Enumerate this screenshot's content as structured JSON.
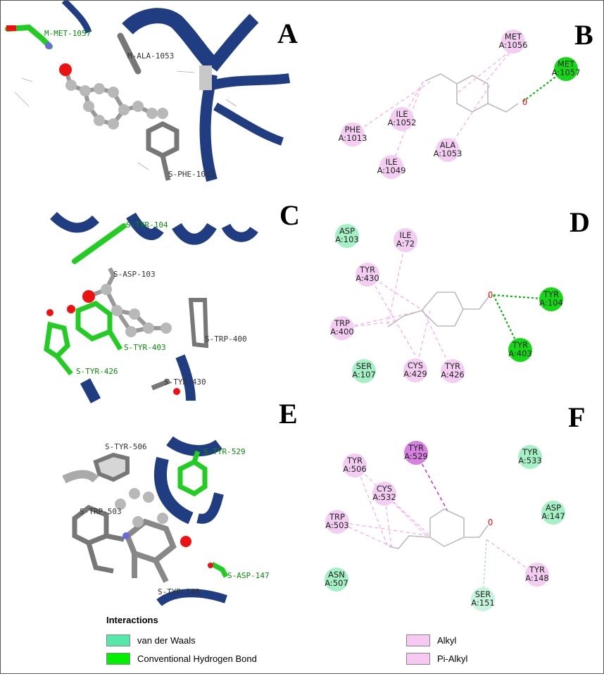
{
  "panels": {
    "A": {
      "letter": "A",
      "labels": {
        "met1057": "M-MET-1057",
        "ala1053": "M-ALA-1053",
        "phe1013": "S-PHE-1013"
      }
    },
    "B": {
      "letter": "B",
      "residues": [
        {
          "name": "MET",
          "id": "A:1056",
          "type": "alkyl"
        },
        {
          "name": "MET",
          "id": "A:1057",
          "type": "hbond"
        },
        {
          "name": "ILE",
          "id": "A:1052",
          "type": "alkyl"
        },
        {
          "name": "PHE",
          "id": "A:1013",
          "type": "alkyl"
        },
        {
          "name": "ALA",
          "id": "A:1053",
          "type": "alkyl"
        },
        {
          "name": "ILE",
          "id": "A:1049",
          "type": "alkyl"
        }
      ]
    },
    "C": {
      "letter": "C",
      "labels": {
        "tyr104": "S-TYR-104",
        "asp103": "S-ASP-103",
        "trp400": "S-TRP-400",
        "tyr403": "S-TYR-403",
        "tyr426": "S-TYR-426",
        "tyr430": "S-TYR-430"
      }
    },
    "D": {
      "letter": "D",
      "residues": [
        {
          "name": "ASP",
          "id": "A:103",
          "type": "vdw"
        },
        {
          "name": "ILE",
          "id": "A:72",
          "type": "alkyl"
        },
        {
          "name": "TYR",
          "id": "A:430",
          "type": "alkyl"
        },
        {
          "name": "TYR",
          "id": "A:104",
          "type": "hbond"
        },
        {
          "name": "TRP",
          "id": "A:400",
          "type": "alkyl"
        },
        {
          "name": "TYR",
          "id": "A:403",
          "type": "hbond"
        },
        {
          "name": "SER",
          "id": "A:107",
          "type": "vdw"
        },
        {
          "name": "CYS",
          "id": "A:429",
          "type": "alkyl"
        },
        {
          "name": "TYR",
          "id": "A:426",
          "type": "alkyl"
        }
      ]
    },
    "E": {
      "letter": "E",
      "labels": {
        "tyr506": "S-TYR-506",
        "tyr529": "S-TYR-529",
        "trp503": "S-TRP-503",
        "asp147": "S-ASP-147",
        "tyr148": "S-TYR-148"
      }
    },
    "F": {
      "letter": "F",
      "residues": [
        {
          "name": "TYR",
          "id": "A:529",
          "type": "pialkyl"
        },
        {
          "name": "TYR",
          "id": "A:533",
          "type": "vdw"
        },
        {
          "name": "TYR",
          "id": "A:506",
          "type": "alkyl"
        },
        {
          "name": "CYS",
          "id": "A:532",
          "type": "alkyl"
        },
        {
          "name": "ASP",
          "id": "A:147",
          "type": "vdw"
        },
        {
          "name": "TRP",
          "id": "A:503",
          "type": "alkyl"
        },
        {
          "name": "TYR",
          "id": "A:148",
          "type": "alkyl"
        },
        {
          "name": "ASN",
          "id": "A:507",
          "type": "vdw"
        },
        {
          "name": "SER",
          "id": "A:151",
          "type": "vdw"
        }
      ]
    }
  },
  "legend": {
    "title": "Interactions",
    "items": [
      {
        "label": "van der Waals",
        "color": "#55e8a8"
      },
      {
        "label": "Conventional Hydrogen Bond",
        "color": "#00ee00"
      },
      {
        "label": "Alkyl",
        "color": "#f6c8f2"
      },
      {
        "label": "Pi-Alkyl",
        "color": "#f6c8f2"
      }
    ]
  },
  "colors": {
    "ribbon": "#1f3d80",
    "ball": "#b8b8b8",
    "stick_grey": "#777777",
    "stick_green": "#22cc22",
    "oxygen": "#ee1111",
    "nitrogen": "#6a6ad8",
    "vdw_fill": "#a6f0c6",
    "hbond_fill": "#16d716",
    "alkyl_fill": "#f4cdf2",
    "pialkyl_fill": "#d680e0",
    "alkyl_line": "#f0a8e8",
    "pialkyl_line": "#c040d0",
    "hbond_line": "#10b010"
  }
}
